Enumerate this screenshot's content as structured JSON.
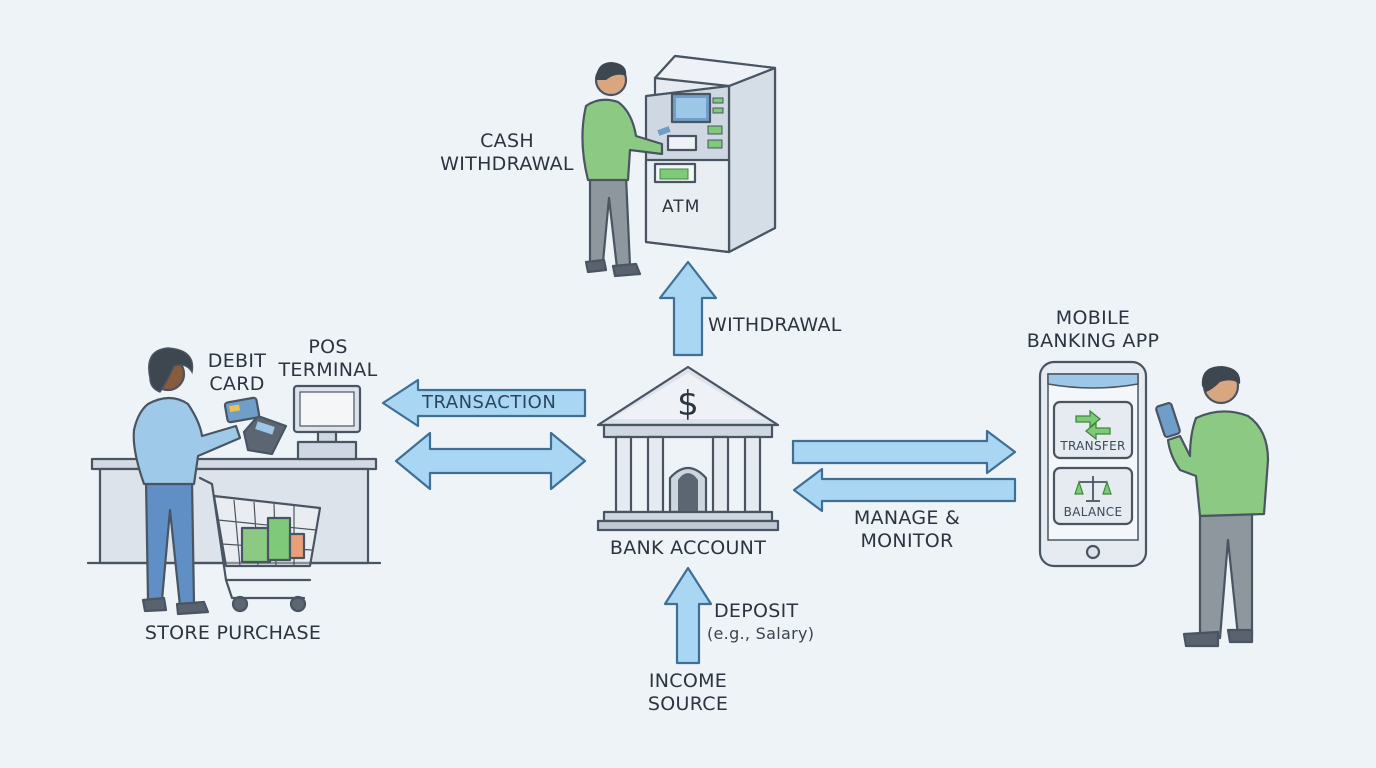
{
  "labels": {
    "cash_withdrawal": [
      "CASH",
      "WITHDRAWAL"
    ],
    "atm": "ATM",
    "withdrawal": "WITHDRAWAL",
    "mobile_banking_app": [
      "MOBILE",
      "BANKING APP"
    ],
    "debit_card": [
      "DEBIT",
      "CARD"
    ],
    "pos_terminal": [
      "POS",
      "TERMINAL"
    ],
    "transaction": "TRANSACTION",
    "bank_account": "BANK ACCOUNT",
    "manage_monitor": [
      "MANAGE &",
      "MONITOR"
    ],
    "store_purchase": "STORE PURCHASE",
    "deposit": "DEPOSIT",
    "deposit_example": "(e.g., Salary)",
    "income_source": [
      "INCOME",
      "SOURCE"
    ],
    "app_transfer": "TRANSFER",
    "app_balance": "BALANCE",
    "bank_symbol": "$"
  },
  "colors": {
    "background": "#eef3f7",
    "arrow_fill": "#a9d6f2",
    "arrow_stroke": "#3f6f95",
    "outline": "#4a5562",
    "shirt_green": "#8cc983",
    "shirt_blue": "#9fc9e8",
    "pants_gray": "#8e969e",
    "pants_blue": "#5f8fc4",
    "skin": "#d9a77f",
    "skin_dark": "#8a5a3c",
    "hair": "#3e4650",
    "building": "#d3dae3"
  },
  "icons": [
    "atm-machine",
    "bank-building",
    "smartphone",
    "pos-terminal",
    "card-reader",
    "debit-card",
    "shopping-cart",
    "transfer-icon",
    "scale-icon"
  ]
}
